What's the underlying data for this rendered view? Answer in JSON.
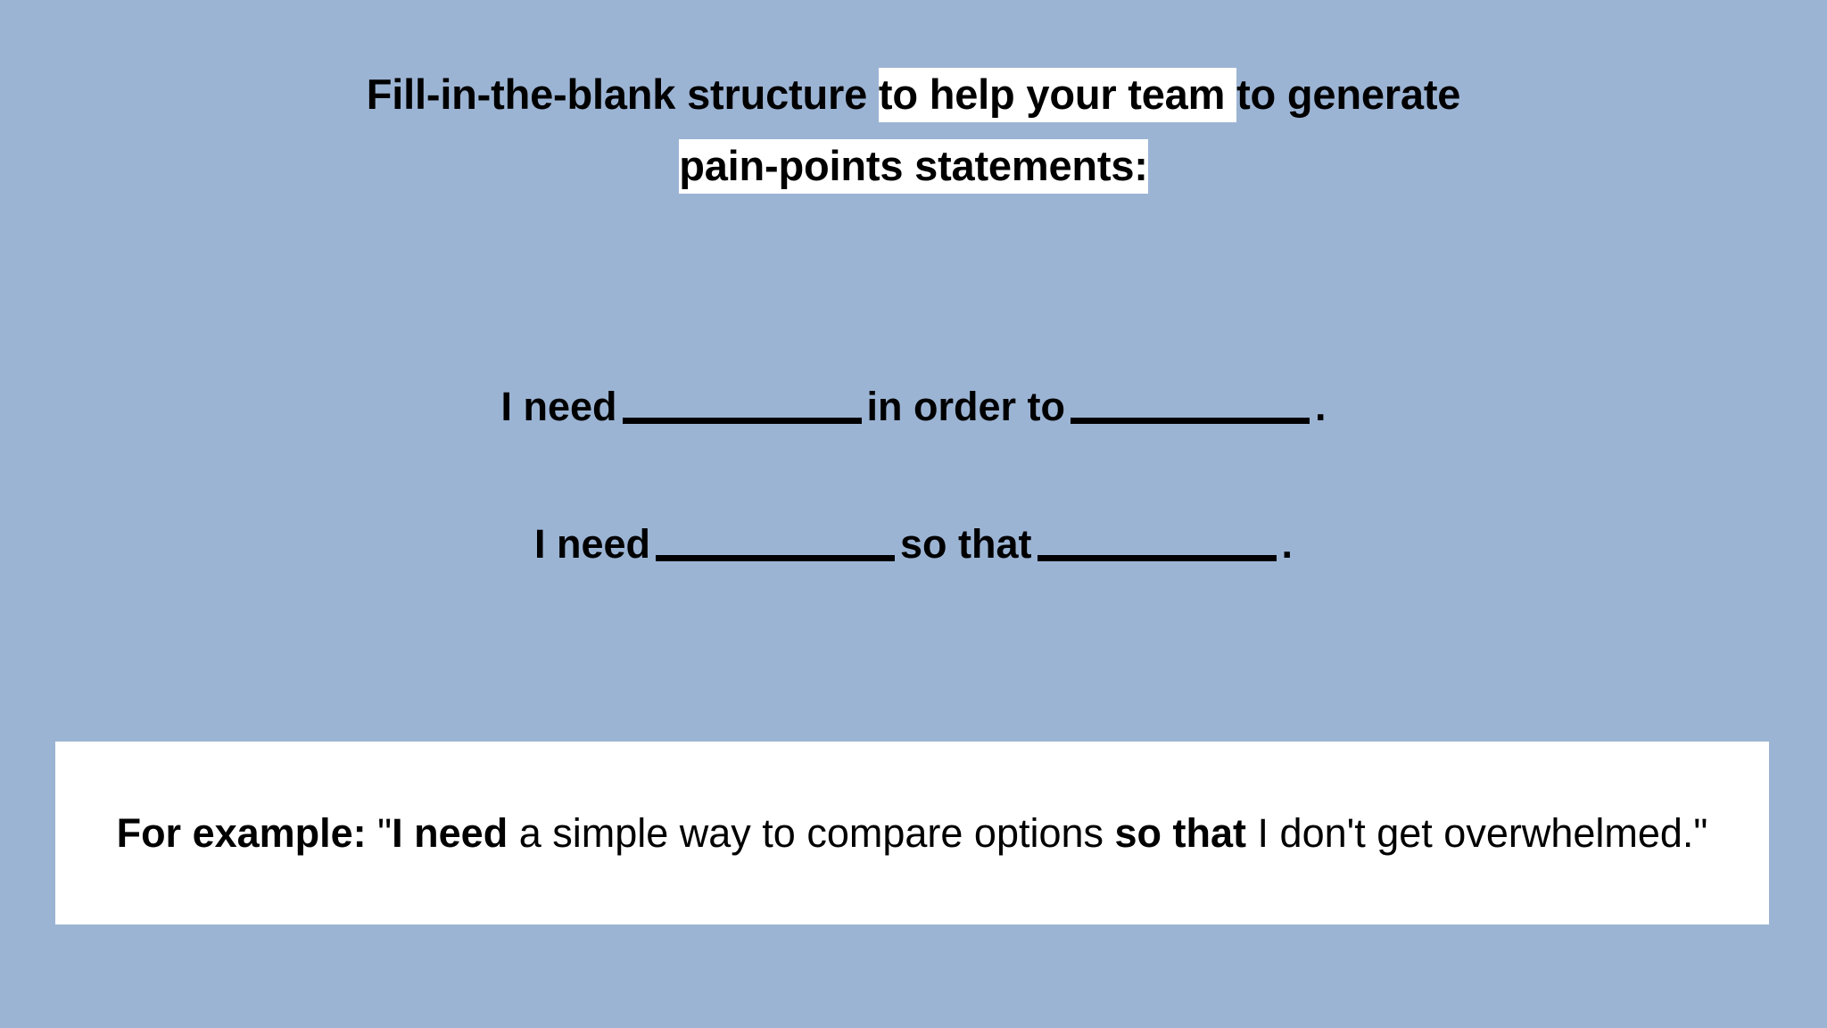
{
  "slide": {
    "background_color": "#9cb4d4",
    "text_color": "#000000",
    "highlight_color": "#ffffff"
  },
  "title": {
    "line1_part1": "Fill-in-the-blank structure ",
    "line1_highlight": "to help your team ",
    "line1_part2": " to generate",
    "line2_highlight": "pain-points statements:",
    "full_text": "Fill-in-the-blank structure to help your team  to generate pain-points statements:"
  },
  "statements": [
    {
      "id": "statement-in-order-to",
      "lead": "I need",
      "connector": "in order to",
      "terminator": ".",
      "blank_count": 2,
      "full_text": "I need ___________ in order to ___________."
    },
    {
      "id": "statement-so-that",
      "lead": "I need",
      "connector": "so that",
      "terminator": ".",
      "blank_count": 2,
      "full_text": "I need ___________ so that ___________."
    }
  ],
  "example": {
    "label": "For example:",
    "quote_open": " \"",
    "bold_1": "I need",
    "middle": " a simple way to compare options ",
    "bold_2": "so that",
    "tail": " I don't get overwhelmed.\"",
    "full_text": "For example: \"I need a simple way to compare options so that I don't get overwhelmed.\"",
    "background_color": "#ffffff"
  }
}
